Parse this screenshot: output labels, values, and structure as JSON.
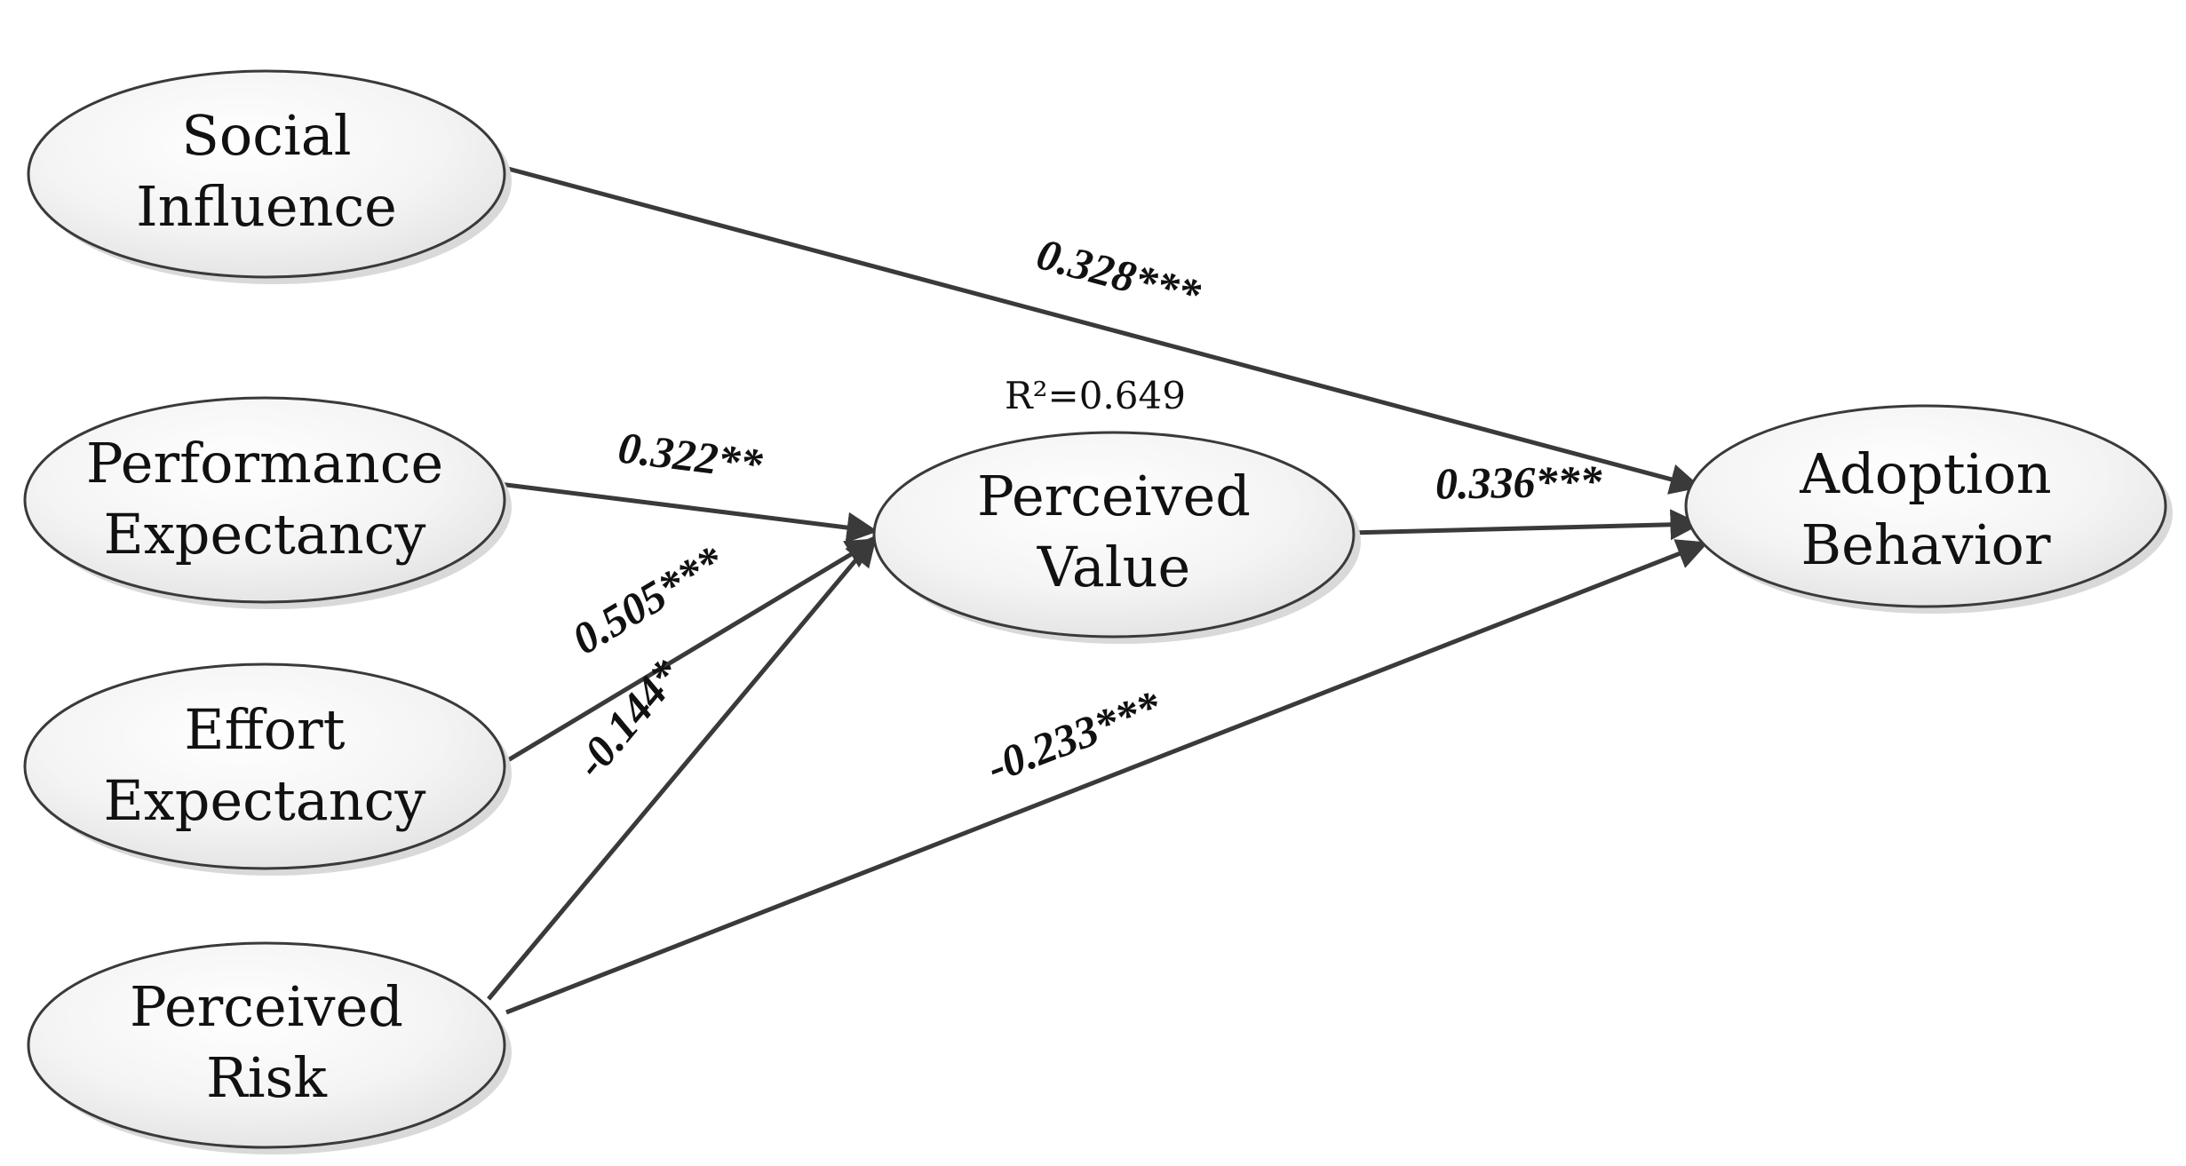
{
  "nodes": {
    "social_influence": {
      "line1": "Social",
      "line2": "Influence"
    },
    "performance_expectancy": {
      "line1": "Performance",
      "line2": "Expectancy"
    },
    "effort_expectancy": {
      "line1": "Effort",
      "line2": "Expectancy"
    },
    "perceived_risk": {
      "line1": "Perceived",
      "line2": "Risk"
    },
    "perceived_value": {
      "line1": "Perceived",
      "line2": "Value"
    },
    "adoption_behavior": {
      "line1": "Adoption",
      "line2": "Behavior"
    }
  },
  "r_squared": {
    "perceived_value": "R²=0.649"
  },
  "paths": {
    "social_to_adoption": "0.328***",
    "performance_to_value": "0.322**",
    "effort_to_value": "0.505***",
    "risk_to_value": "-0.144*",
    "value_to_adoption": "0.336***",
    "risk_to_adoption": "-0.233***"
  },
  "colors": {
    "line": "#3a3a3a",
    "ellipse_fill_light": "#ffffff",
    "ellipse_fill_dark": "#e6e6e6"
  }
}
